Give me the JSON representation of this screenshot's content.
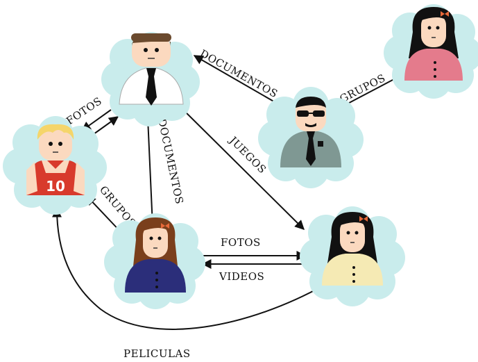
{
  "diagram": {
    "nodes": [
      {
        "id": "man_tie",
        "icon": "man-with-tie-avatar"
      },
      {
        "id": "boy_10",
        "icon": "basketball-boy-avatar",
        "jersey": "10"
      },
      {
        "id": "girl_brown",
        "icon": "brown-hair-girl-avatar"
      },
      {
        "id": "girl_pink",
        "icon": "pink-shirt-girl-avatar"
      },
      {
        "id": "spy",
        "icon": "sunglasses-man-avatar"
      },
      {
        "id": "girl_yellow",
        "icon": "yellow-shirt-girl-avatar"
      }
    ],
    "edges": [
      {
        "from": "spy",
        "to": "man_tie",
        "label": "DOCUMENTOS"
      },
      {
        "from": "spy",
        "to": "girl_pink",
        "label": "GRUPOS"
      },
      {
        "from": "man_tie",
        "to": "boy_10",
        "label": "FOTOS"
      },
      {
        "from": "boy_10",
        "to": "man_tie",
        "label": ""
      },
      {
        "from": "man_tie",
        "to": "girl_brown",
        "label": "DOCUMENTOS"
      },
      {
        "from": "man_tie",
        "to": "girl_yellow",
        "label": "JUEGOS"
      },
      {
        "from": "girl_brown",
        "to": "boy_10",
        "label": "GRUPOS"
      },
      {
        "from": "girl_brown",
        "to": "girl_yellow",
        "label": "FOTOS"
      },
      {
        "from": "girl_yellow",
        "to": "girl_brown",
        "label": "VIDEOS"
      },
      {
        "from": "girl_yellow",
        "to": "boy_10",
        "label": "PELICULAS"
      }
    ],
    "colors": {
      "cloud": "#c9ecec",
      "skin": "#fbd9bf",
      "pink_shirt": "#e47b8c",
      "yellow_shirt": "#f5eab4",
      "navy_shirt": "#2b2e7a",
      "grey_suit": "#7f9893",
      "jersey_red": "#d83a2c"
    }
  }
}
